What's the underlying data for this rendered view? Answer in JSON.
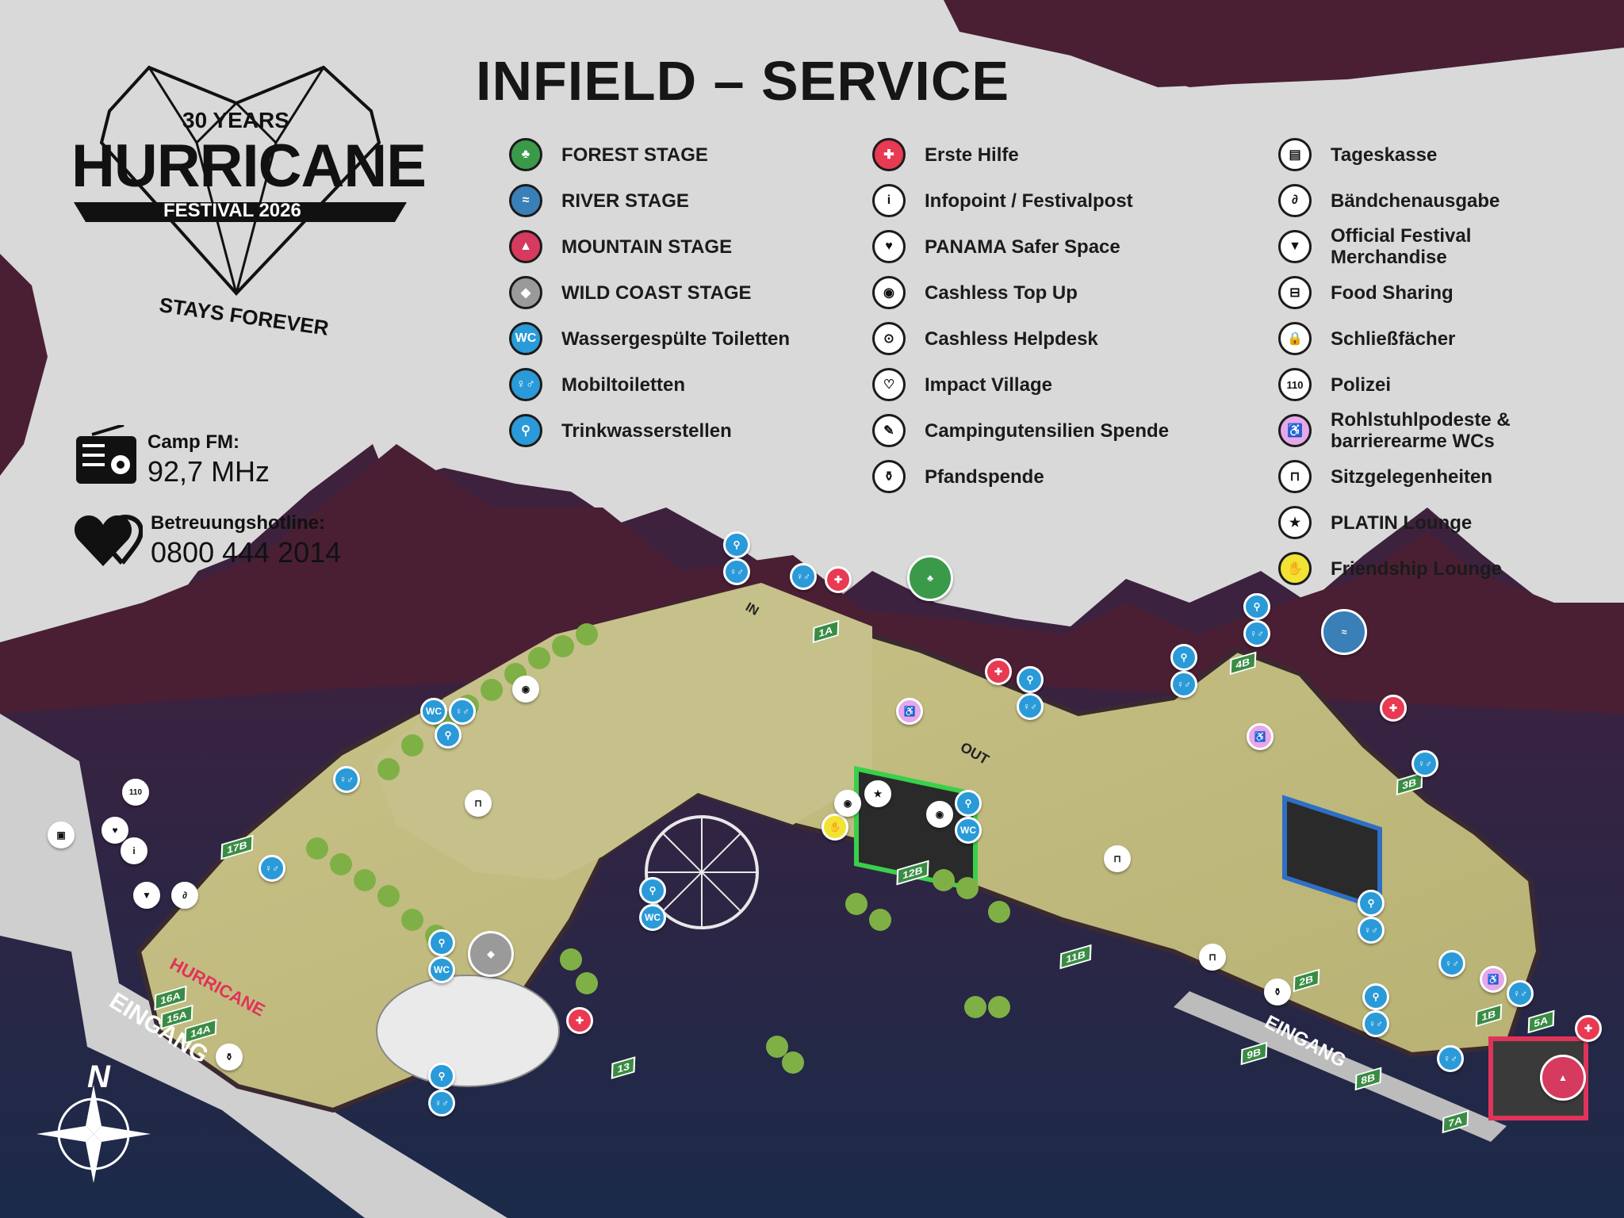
{
  "title": "INFIELD – SERVICE",
  "logo": {
    "years": "30 YEARS",
    "name": "HURRICANE",
    "banner": "FESTIVAL 2026",
    "tagline": "STAYS FOREVER"
  },
  "info": {
    "radio_label": "Camp FM:",
    "radio_value": "92,7 MHz",
    "hotline_label": "Betreuungshotline:",
    "hotline_value": "0800 444 2014"
  },
  "legend": {
    "col1": [
      {
        "icon": "forest-stage-icon",
        "label": "FOREST STAGE",
        "color": "#3a9a4a",
        "glyph": "♣"
      },
      {
        "icon": "river-stage-icon",
        "label": "RIVER STAGE",
        "color": "#3a7fb8",
        "glyph": "≈"
      },
      {
        "icon": "mountain-stage-icon",
        "label": "MOUNTAIN STAGE",
        "color": "#d63a5e",
        "glyph": "▲"
      },
      {
        "icon": "wild-coast-stage-icon",
        "label": "WILD COAST STAGE",
        "color": "#9a9a9a",
        "glyph": "◆"
      },
      {
        "icon": "wc-icon",
        "label": "Wassergespülte Toiletten",
        "color": "#2a9ad8",
        "glyph": "WC"
      },
      {
        "icon": "mobile-toilet-icon",
        "label": "Mobiltoiletten",
        "color": "#2a9ad8",
        "glyph": "♀♂"
      },
      {
        "icon": "water-tap-icon",
        "label": "Trinkwasserstellen",
        "color": "#2a9ad8",
        "glyph": "⚲"
      }
    ],
    "col2": [
      {
        "icon": "first-aid-icon",
        "label": "Erste Hilfe",
        "color": "#e83a52",
        "glyph": "✚"
      },
      {
        "icon": "info-icon",
        "label": "Infopoint / Festivalpost",
        "color": "#ffffff",
        "glyph": "i"
      },
      {
        "icon": "heart-icon",
        "label": "PANAMA Safer Space",
        "color": "#ffffff",
        "glyph": "♥"
      },
      {
        "icon": "cashless-topup-icon",
        "label": "Cashless Top Up",
        "color": "#ffffff",
        "glyph": "◉"
      },
      {
        "icon": "cashless-helpdesk-icon",
        "label": "Cashless Helpdesk",
        "color": "#ffffff",
        "glyph": "⊙"
      },
      {
        "icon": "impact-village-icon",
        "label": "Impact Village",
        "color": "#ffffff",
        "glyph": "♡"
      },
      {
        "icon": "camping-donation-icon",
        "label": "Campingutensilien Spende",
        "color": "#ffffff",
        "glyph": "✎"
      },
      {
        "icon": "deposit-donation-icon",
        "label": "Pfandspende",
        "color": "#ffffff",
        "glyph": "⚱"
      }
    ],
    "col3": [
      {
        "icon": "ticket-icon",
        "label": "Tageskasse",
        "color": "#ffffff",
        "glyph": "▤"
      },
      {
        "icon": "wristband-icon",
        "label": "Bändchenausgabe",
        "color": "#ffffff",
        "glyph": "∂"
      },
      {
        "icon": "merch-icon",
        "label": "Official Festival\nMerchandise",
        "color": "#ffffff",
        "glyph": "▼"
      },
      {
        "icon": "food-sharing-icon",
        "label": "Food Sharing",
        "color": "#ffffff",
        "glyph": "⊟"
      },
      {
        "icon": "locker-icon",
        "label": "Schließfächer",
        "color": "#ffffff",
        "glyph": "🔒"
      },
      {
        "icon": "police-icon",
        "label": "Polizei",
        "color": "#ffffff",
        "glyph": "110"
      },
      {
        "icon": "wheelchair-icon",
        "label": "Rohlstuhlpodeste &\nbarrierearme WCs",
        "color": "#e6a8ea",
        "glyph": "♿"
      },
      {
        "icon": "seating-icon",
        "label": "Sitzgelegenheiten",
        "color": "#ffffff",
        "glyph": "⊓"
      },
      {
        "icon": "platin-lounge-icon",
        "label": "PLATIN Lounge",
        "color": "#ffffff",
        "glyph": "★"
      },
      {
        "icon": "friendship-lounge-icon",
        "label": "Friendship Lounge",
        "color": "#f2e233",
        "glyph": "✋"
      }
    ]
  },
  "map_labels": {
    "entrance_left": "EINGANG",
    "entrance_right": "EINGANG",
    "north": "N",
    "banner": "HURRICANE",
    "in": "IN",
    "out": "OUT"
  },
  "signs": [
    "1A",
    "17B",
    "16A",
    "15A",
    "14A",
    "13",
    "12B",
    "11B",
    "9B",
    "8B",
    "7A",
    "5A",
    "4B",
    "3B",
    "2B",
    "1B"
  ],
  "colors": {
    "ground_grey": "#d9d9d9",
    "dark_plum": "#4a1f33",
    "navy": "#1e2a4a",
    "field": "#bfb87a",
    "forest_stage": "#3a9a4a",
    "river_stage": "#2e6fc4",
    "mountain_stage": "#d63a5e"
  }
}
